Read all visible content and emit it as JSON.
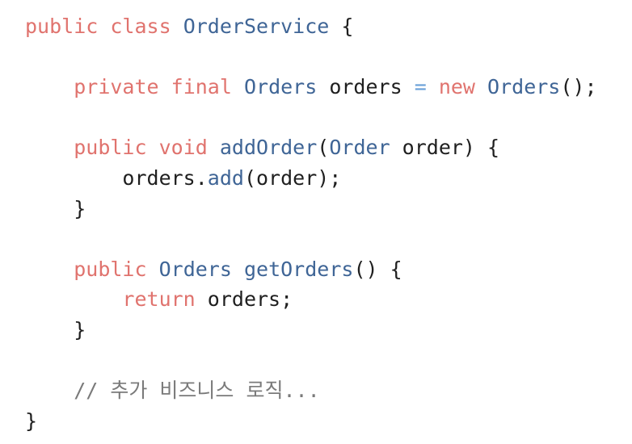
{
  "code": {
    "language": "java",
    "lines": [
      [
        {
          "t": "public",
          "c": "kw"
        },
        {
          "t": " ",
          "c": "tx"
        },
        {
          "t": "class",
          "c": "kw"
        },
        {
          "t": " ",
          "c": "tx"
        },
        {
          "t": "OrderService",
          "c": "ty"
        },
        {
          "t": " {",
          "c": "tx"
        }
      ],
      [],
      [
        {
          "t": "    ",
          "c": "tx"
        },
        {
          "t": "private",
          "c": "kw"
        },
        {
          "t": " ",
          "c": "tx"
        },
        {
          "t": "final",
          "c": "kw"
        },
        {
          "t": " ",
          "c": "tx"
        },
        {
          "t": "Orders",
          "c": "ty"
        },
        {
          "t": " orders ",
          "c": "tx"
        },
        {
          "t": "=",
          "c": "op"
        },
        {
          "t": " ",
          "c": "tx"
        },
        {
          "t": "new",
          "c": "kw"
        },
        {
          "t": " ",
          "c": "tx"
        },
        {
          "t": "Orders",
          "c": "ty"
        },
        {
          "t": "();",
          "c": "tx"
        }
      ],
      [],
      [
        {
          "t": "    ",
          "c": "tx"
        },
        {
          "t": "public",
          "c": "kw"
        },
        {
          "t": " ",
          "c": "tx"
        },
        {
          "t": "void",
          "c": "kw"
        },
        {
          "t": " ",
          "c": "tx"
        },
        {
          "t": "addOrder",
          "c": "fn"
        },
        {
          "t": "(",
          "c": "tx"
        },
        {
          "t": "Order",
          "c": "ty"
        },
        {
          "t": " order) {",
          "c": "tx"
        }
      ],
      [
        {
          "t": "        orders.",
          "c": "tx"
        },
        {
          "t": "add",
          "c": "fn"
        },
        {
          "t": "(order);",
          "c": "tx"
        }
      ],
      [
        {
          "t": "    }",
          "c": "tx"
        }
      ],
      [],
      [
        {
          "t": "    ",
          "c": "tx"
        },
        {
          "t": "public",
          "c": "kw"
        },
        {
          "t": " ",
          "c": "tx"
        },
        {
          "t": "Orders",
          "c": "ty"
        },
        {
          "t": " ",
          "c": "tx"
        },
        {
          "t": "getOrders",
          "c": "fn"
        },
        {
          "t": "() {",
          "c": "tx"
        }
      ],
      [
        {
          "t": "        ",
          "c": "tx"
        },
        {
          "t": "return",
          "c": "kw"
        },
        {
          "t": " orders;",
          "c": "tx"
        }
      ],
      [
        {
          "t": "    }",
          "c": "tx"
        }
      ],
      [],
      [
        {
          "t": "    ",
          "c": "tx"
        },
        {
          "t": "// 추가 비즈니스 로직...",
          "c": "cm"
        }
      ],
      [
        {
          "t": "}",
          "c": "tx"
        }
      ]
    ]
  },
  "colors": {
    "background": "#ffffff",
    "keyword": "#e0736e",
    "type": "#3f6596",
    "operator": "#6aa0d8",
    "comment": "#7a7a7a",
    "text": "#1f1f1f"
  }
}
